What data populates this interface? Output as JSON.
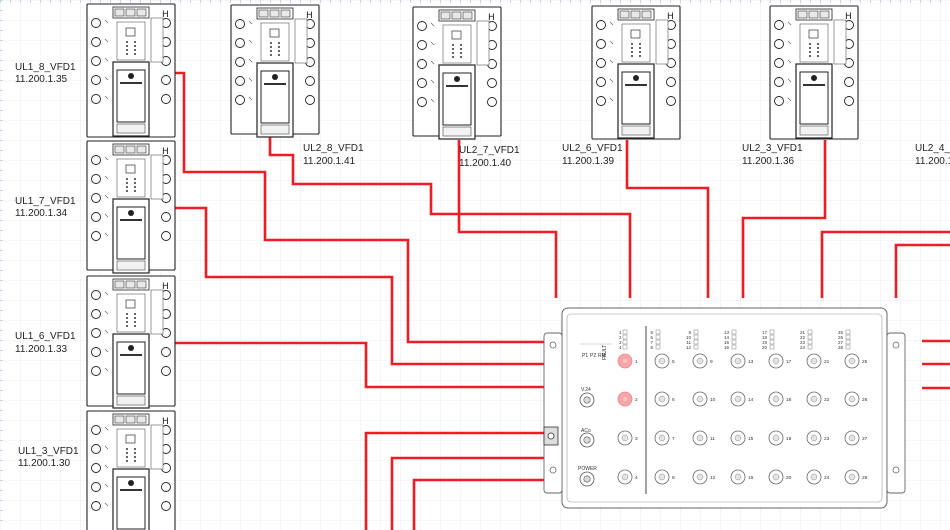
{
  "drives": [
    {
      "name": "UL1_8_VFD1",
      "ip": "11.200.1.35"
    },
    {
      "name": "UL1_7_VFD1",
      "ip": "11.200.1.34"
    },
    {
      "name": "UL1_6_VFD1",
      "ip": "11.200.1.33"
    },
    {
      "name": "UL1_3_VFD1",
      "ip": "11.200.1.30"
    },
    {
      "name": "UL2_8_VFD1",
      "ip": "11.200.1.41"
    },
    {
      "name": "UL2_7_VFD1",
      "ip": "11.200.1.40"
    },
    {
      "name": "UL2_6_VFD1",
      "ip": "11.200.1.39"
    },
    {
      "name": "UL2_3_VFD1",
      "ip": "11.200.1.36"
    },
    {
      "name": "UL2_4_V",
      "ip": "11.200.1"
    }
  ],
  "switch": {
    "status_leds": [
      "P1",
      "P2",
      "RM",
      "FAULT"
    ],
    "supply_labels": [
      "V.24",
      "ACo",
      "POWER"
    ],
    "port_groups": [
      [
        "1",
        "2",
        "3",
        "4"
      ],
      [
        "5",
        "6",
        "7",
        "8"
      ],
      [
        "9",
        "10",
        "11",
        "12"
      ],
      [
        "13",
        "14",
        "15",
        "16"
      ],
      [
        "17",
        "18",
        "19",
        "20"
      ],
      [
        "21",
        "22",
        "23",
        "24"
      ],
      [
        "25",
        "26",
        "27",
        "28"
      ]
    ]
  },
  "colors": {
    "cable": "#ee1c24",
    "outline": "#222222",
    "switch_outline": "#666666",
    "led_fill": "#f6a7a7"
  }
}
